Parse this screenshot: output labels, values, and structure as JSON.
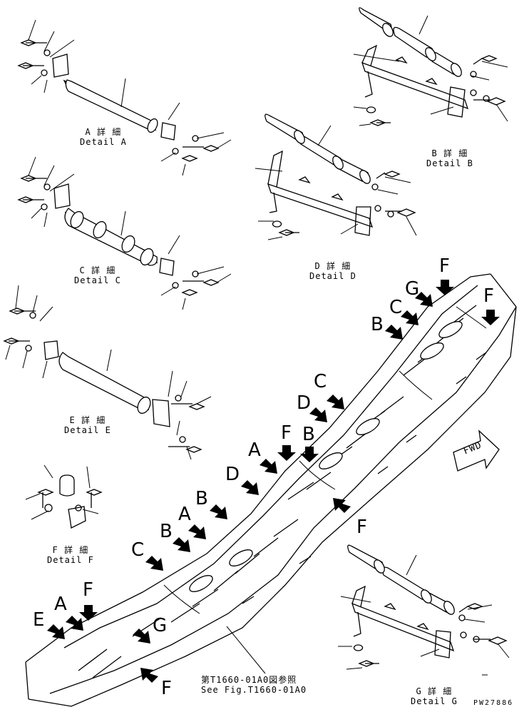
{
  "details": [
    {
      "id": "A",
      "jp": "A 詳 細",
      "en": "Detail A"
    },
    {
      "id": "B",
      "jp": "B 詳 細",
      "en": "Detail B"
    },
    {
      "id": "C",
      "jp": "C 詳 細",
      "en": "Detail C"
    },
    {
      "id": "D",
      "jp": "D 詳 細",
      "en": "Detail D"
    },
    {
      "id": "E",
      "jp": "E 詳 細",
      "en": "Detail E"
    },
    {
      "id": "F",
      "jp": "F 詳 細",
      "en": "Detail F"
    },
    {
      "id": "G",
      "jp": "G 詳 細",
      "en": "Detail G"
    }
  ],
  "frame_callouts": [
    "F",
    "G",
    "F",
    "C",
    "B",
    "C",
    "D",
    "F",
    "B",
    "A",
    "D",
    "B",
    "F",
    "A",
    "B",
    "C",
    "E",
    "A",
    "F",
    "G",
    "F"
  ],
  "direction": "FWD",
  "reference": {
    "jp": "第T1660-01A0図参照",
    "en": "See Fig.T1660-01A0"
  },
  "part_number": "PW27886"
}
